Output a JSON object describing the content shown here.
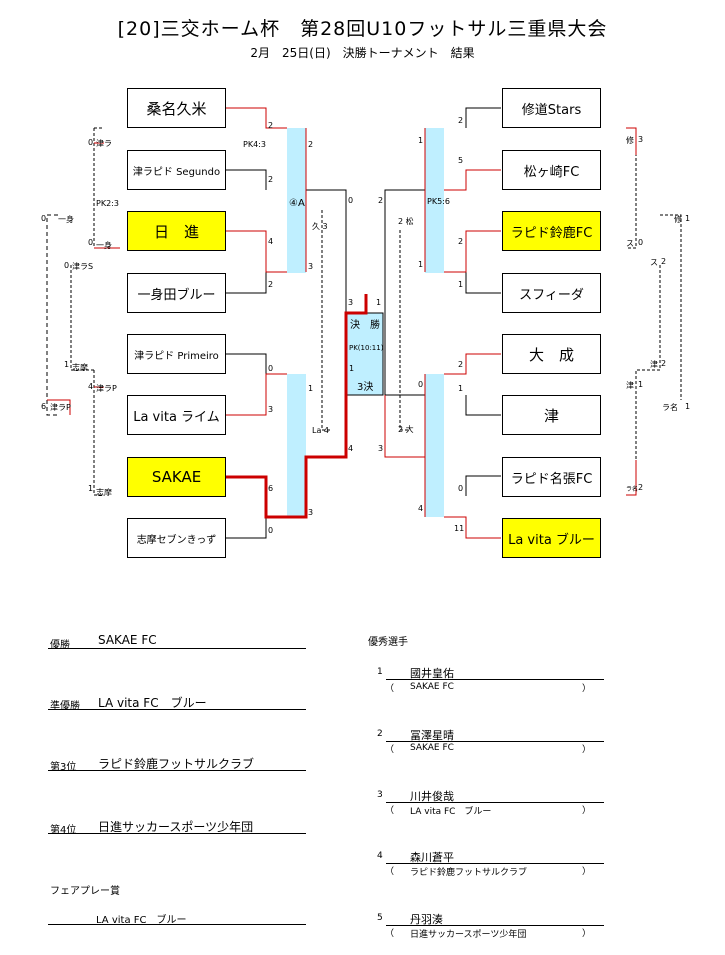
{
  "header": {
    "title": "[20]三交ホーム杯　第28回U10フットサル三重県大会",
    "subtitle": "2月　25日(日)　決勝トーナメント　結果"
  },
  "teams_left": [
    {
      "name": "桑名久米",
      "highlight": false
    },
    {
      "name": "津ラピド Segundo",
      "highlight": false
    },
    {
      "name": "日　進",
      "highlight": true
    },
    {
      "name": "一身田ブルー",
      "highlight": false
    },
    {
      "name": "津ラピド Primeiro",
      "highlight": false
    },
    {
      "name": "La vita ライム",
      "highlight": false
    },
    {
      "name": "SAKAE",
      "highlight": true
    },
    {
      "name": "志摩セブンきっず",
      "highlight": false
    }
  ],
  "teams_right": [
    {
      "name": "修道Stars",
      "highlight": false
    },
    {
      "name": "松ヶ崎FC",
      "highlight": false
    },
    {
      "name": "ラピド鈴鹿FC",
      "highlight": true
    },
    {
      "name": "スフィーダ",
      "highlight": false
    },
    {
      "name": "大　成",
      "highlight": false
    },
    {
      "name": "津",
      "highlight": false
    },
    {
      "name": "ラピド名張FC",
      "highlight": false
    },
    {
      "name": "La vita ブルー",
      "highlight": true
    }
  ],
  "scores": {
    "l_r1_a_top": "2",
    "l_r1_a_bot": "2",
    "l_r1_a_pk": "PK4:3",
    "l_r1_b_top": "4",
    "l_r1_b_bot": "2",
    "l_r1_c_top": "0",
    "l_r1_c_bot": "3",
    "l_r1_d_top": "6",
    "l_r1_d_bot": "0",
    "l_r2_a_top": "2",
    "l_r2_a_bot": "3",
    "l_r2_b_top": "1",
    "l_r2_b_bot": "3",
    "r_r1_a_top": "2",
    "r_r1_a_bot": "5",
    "r_r1_b_top": "2",
    "r_r1_b_bot": "1",
    "r_r1_c_top": "2",
    "r_r1_c_bot": "1",
    "r_r1_d_top": "0",
    "r_r1_d_bot": "11",
    "r_r2_a_top": "1",
    "r_r2_a_bot": "1",
    "r_r2_a_pk": "PK5:6",
    "r_r2_b_top": "0",
    "r_r2_b_bot": "4",
    "final_l": "3",
    "final_r": "1",
    "final_pk": "PK(10:11)",
    "third_l_top": "0",
    "third_l_bot": "4",
    "third_r_top": "2",
    "third_r_bot": "3",
    "final_label": "決　勝",
    "third_label": "3決",
    "fourth_label": "④A",
    "hisa": "久 3",
    "la": "La 4",
    "shu": "2 松",
    "dai": "2 大"
  },
  "consolation_left": {
    "a": "0",
    "a_name": "津ラ",
    "pk": "PK2:3",
    "b": "0",
    "b_name": "一身",
    "c_top": "0",
    "c_name": "一身",
    "d": "0",
    "d_name": "津ラS",
    "e": "1",
    "e_name": "志摩",
    "f": "4",
    "f_name": "津ラP",
    "g": "6",
    "g_name": "津ラP",
    "h": "1",
    "h_name": "志摩"
  },
  "consolation_right": {
    "a": "3",
    "a_name": "修",
    "b": "0",
    "b_name": "ス",
    "c": "1",
    "c_name": "修",
    "d": "2",
    "d_name": "ス",
    "e": "2",
    "e_name": "津",
    "f": "1",
    "f_name": "津",
    "g": "1",
    "g_name": "ラ名",
    "h": "2",
    "h_name": "ラ名"
  },
  "results": {
    "winner_label": "優勝",
    "winner": "SAKAE FC",
    "runner_label": "準優勝",
    "runner": "LA vita FC　ブルー",
    "third_label": "第3位",
    "third": "ラピド鈴鹿フットサルクラブ",
    "fourth_label": "第4位",
    "fourth": "日進サッカースポーツ少年団",
    "fair_label": "フェアプレー賞",
    "fair": "LA vita FC　ブルー"
  },
  "mvp": {
    "title": "優秀選手",
    "players": [
      {
        "num": "1",
        "name": "國井皇佑",
        "team": "SAKAE FC"
      },
      {
        "num": "2",
        "name": "冨澤星晴",
        "team": "SAKAE FC"
      },
      {
        "num": "3",
        "name": "川井俊哉",
        "team": "LA vita FC　ブルー"
      },
      {
        "num": "4",
        "name": "森川蒼平",
        "team": "ラピド鈴鹿フットサルクラブ"
      },
      {
        "num": "5",
        "name": "丹羽湊",
        "team": "日進サッカースポーツ少年団"
      }
    ],
    "open": "（",
    "close": "）"
  },
  "colors": {
    "highlight": "#ffff00",
    "win": "#cc0000",
    "pk": "#bfefff"
  }
}
